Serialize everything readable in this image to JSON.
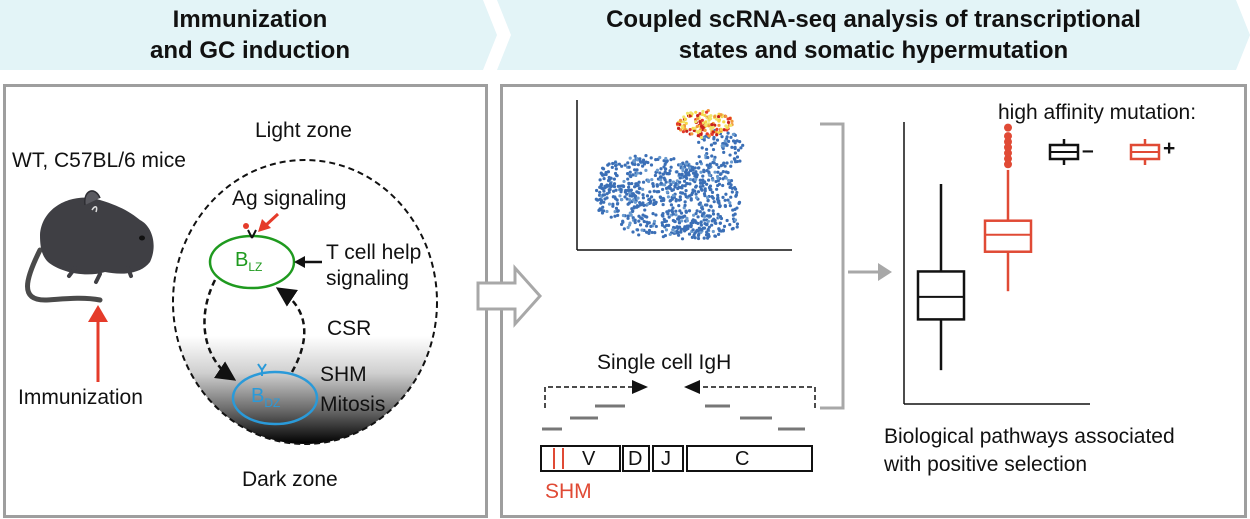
{
  "banners": {
    "left": "Immunization\nand GC induction",
    "right": "Coupled scRNA-seq analysis of transcriptional\nstates and somatic hypermutation"
  },
  "left_panel": {
    "mouse_label": "WT, C57BL/6 mice",
    "immunization": "Immunization",
    "light_zone": "Light zone",
    "dark_zone": "Dark zone",
    "ag_signaling": "Ag signaling",
    "tcell_line1": "T cell help",
    "tcell_line2": "signaling",
    "csr": "CSR",
    "shm": "SHM",
    "mitosis": "Mitosis",
    "blz": "B",
    "blz_sub": "LZ",
    "bdz": "B",
    "bdz_sub": "DZ"
  },
  "right_panel": {
    "single_cell": "Single cell IgH",
    "segments": [
      "V",
      "D",
      "J",
      "C"
    ],
    "shm_label": "SHM",
    "legend_title": "high affinity mutation:",
    "legend_neg": "–",
    "legend_pos": "+",
    "pathways_line1": "Biological pathways associated",
    "pathways_line2": "with positive selection"
  },
  "colors": {
    "banner": "#e3f4f7",
    "panel_border": "#9e9e9e",
    "red": "#e53b2a",
    "green": "#1f9a1f",
    "blue": "#2a9ad9",
    "shm_red": "#e04a35",
    "umap_blue": "#3b6fb6",
    "box_red": "#e04a35"
  },
  "chart_data": {
    "type": "box",
    "series": [
      {
        "name": "–",
        "min": 0.12,
        "q1": 0.3,
        "median": 0.38,
        "q3": 0.47,
        "max": 0.78
      },
      {
        "name": "+",
        "min": 0.4,
        "q1": 0.54,
        "median": 0.6,
        "q3": 0.65,
        "max": 0.83,
        "outliers": [
          0.85,
          0.87,
          0.89,
          0.91,
          0.93,
          0.95,
          0.98
        ]
      }
    ]
  }
}
